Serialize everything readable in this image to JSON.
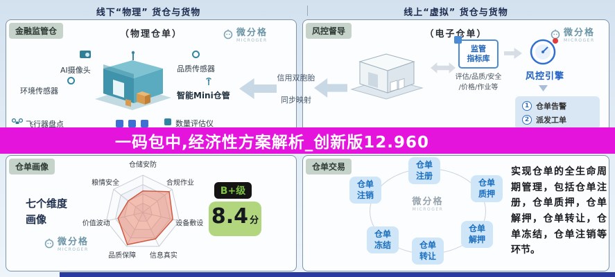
{
  "colors": {
    "banner": "#e514dd",
    "accent_blue": "#1a6ec0",
    "teal": "#2f86a0",
    "grade_green": "#7dc242",
    "score_box": "#b2d67e"
  },
  "headers": {
    "left": "线下“物理” 货仓与货物",
    "right": "线上“虚拟” 货仓与货物"
  },
  "banner": {
    "text": "一码包中,经济性方案解析_创新版12.960"
  },
  "brand": {
    "name": "微分格",
    "sub": "MICROGER"
  },
  "physical_panel": {
    "tag": "金融监管仓",
    "title": "（物理仓单）",
    "left_items": [
      "AI摄像头",
      "环境传感器",
      "飞行器盘点"
    ],
    "right_items": [
      "品质传感器",
      "智能Mini仓管",
      "数量评估仪"
    ]
  },
  "link_labels": {
    "top": "信用双胞胎",
    "bottom": "同步映射"
  },
  "virtual_panel": {
    "tag": "风控督导",
    "title": "（电子仓单）",
    "indicator_box": "监管\n指标库",
    "indicator_note": "评估/品质/安全\n/价格/作业等",
    "engine_label": "风控引擎",
    "alerts": [
      {
        "num": "1",
        "label": "仓单告警"
      },
      {
        "num": "2",
        "label": "派发工单"
      }
    ]
  },
  "portrait_panel": {
    "tag": "仓单画像",
    "heading": "七个维度\n画像",
    "grade": "B+级",
    "score": "8.4",
    "score_unit": "分",
    "chart_data": {
      "type": "radar",
      "labels": [
        "仓储安防",
        "合规作业",
        "设备敷设",
        "信息真实",
        "品质保障",
        "价值波动",
        "粮情安全"
      ],
      "values": [
        0.58,
        0.9,
        0.82,
        0.78,
        0.95,
        0.68,
        0.5
      ],
      "max": 1
    }
  },
  "trade_panel": {
    "tag": "仓单交易",
    "nodes": [
      "仓单\n注册",
      "仓单\n质押",
      "仓单\n解押",
      "仓单\n转让",
      "仓单\n冻结",
      "仓单\n注销"
    ],
    "description": "实现仓单的全生命周期管理，包括仓单注册，仓单质押，仓单解押，仓单转让，仓单冻结，仓单注销等环节。"
  }
}
